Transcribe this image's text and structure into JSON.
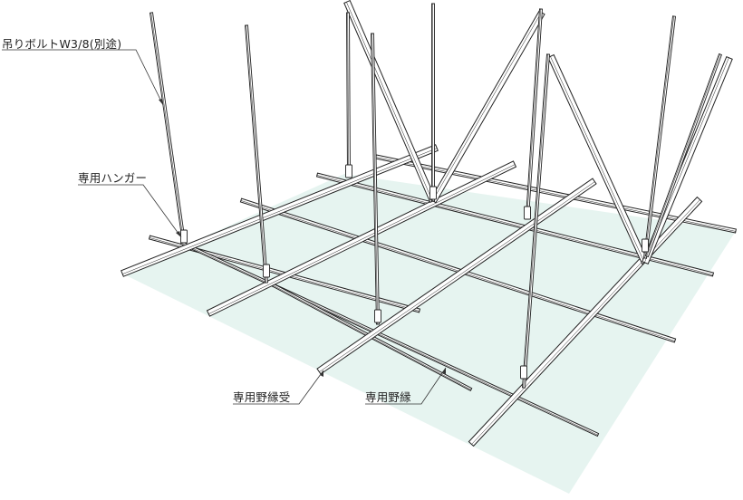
{
  "labels": {
    "hanger_bolt": "吊りボルトW3/8(別途)",
    "hanger": "専用ハンガー",
    "main_channel": "専用野縁受",
    "ceiling_bar": "専用野縁"
  },
  "colors": {
    "ceiling_panel": "#e6f4f0",
    "member_stroke": "#222222",
    "member_fill": "#ffffff",
    "label_text": "#222222"
  },
  "icons": [
    "hanger-clip-icon"
  ]
}
